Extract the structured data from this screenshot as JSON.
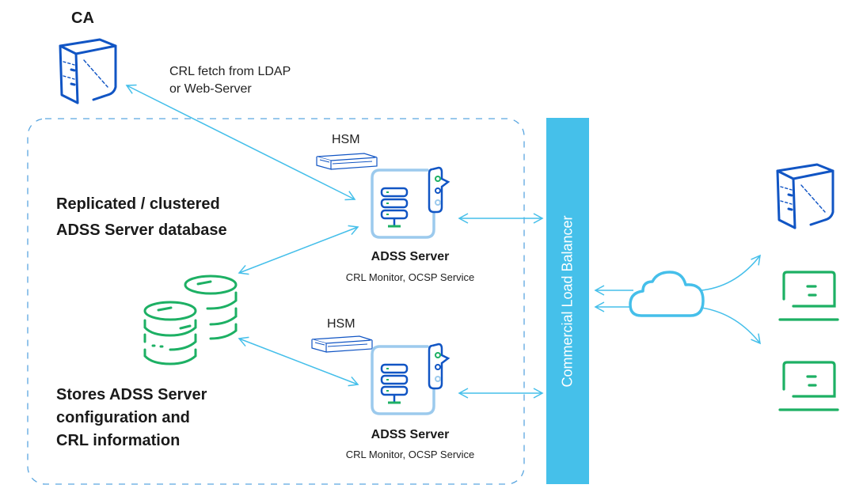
{
  "diagram": {
    "ca": {
      "label": "CA"
    },
    "crl_fetch_note": {
      "line1": "CRL fetch from LDAP",
      "line2": "or Web-Server"
    },
    "database": {
      "title_line1": "Replicated / clustered",
      "title_line2": "ADSS Server database",
      "desc_line1": "Stores ADSS Server",
      "desc_line2": "configuration and",
      "desc_line3": "CRL information"
    },
    "servers": [
      {
        "hsm_label": "HSM",
        "title": "ADSS Server",
        "subtitle": "CRL Monitor, OCSP Service"
      },
      {
        "hsm_label": "HSM",
        "title": "ADSS Server",
        "subtitle": "CRL Monitor, OCSP Service"
      }
    ],
    "load_balancer": {
      "label": "Commercial Load Balancer"
    },
    "clients": [
      "server-tower",
      "laptop",
      "laptop"
    ],
    "colors": {
      "arrow": "#45bfea",
      "dark_blue": "#1155c4",
      "green": "#1db064",
      "light_blue_frame": "#9ccaed",
      "dashed_border": "#5aa6e0",
      "load_balancer": "#45c0ea"
    }
  }
}
